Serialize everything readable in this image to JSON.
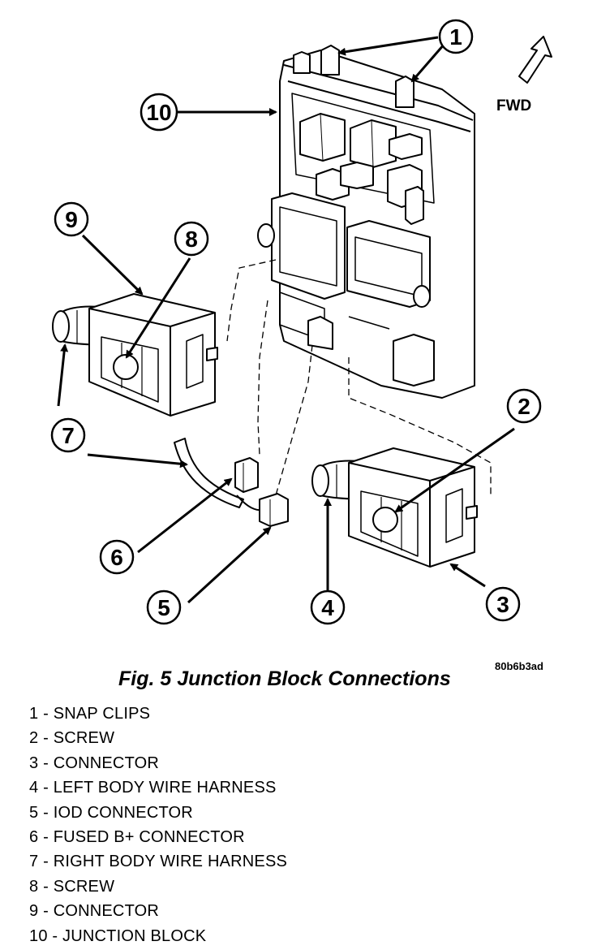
{
  "figure": {
    "code": "80b6b3ad",
    "caption": "Fig. 5 Junction Block Connections",
    "direction_label": "FWD"
  },
  "callouts": [
    "1",
    "2",
    "3",
    "4",
    "5",
    "6",
    "7",
    "8",
    "9",
    "10"
  ],
  "legend": [
    {
      "num": "1",
      "text": "SNAP CLIPS"
    },
    {
      "num": "2",
      "text": "SCREW"
    },
    {
      "num": "3",
      "text": "CONNECTOR"
    },
    {
      "num": "4",
      "text": "LEFT BODY WIRE HARNESS"
    },
    {
      "num": "5",
      "text": "IOD CONNECTOR"
    },
    {
      "num": "6",
      "text": "FUSED B+ CONNECTOR"
    },
    {
      "num": "7",
      "text": "RIGHT BODY WIRE HARNESS"
    },
    {
      "num": "8",
      "text": "SCREW"
    },
    {
      "num": "9",
      "text": "CONNECTOR"
    },
    {
      "num": "10",
      "text": "JUNCTION BLOCK"
    }
  ],
  "colors": {
    "line": "#000000",
    "background": "#ffffff"
  }
}
